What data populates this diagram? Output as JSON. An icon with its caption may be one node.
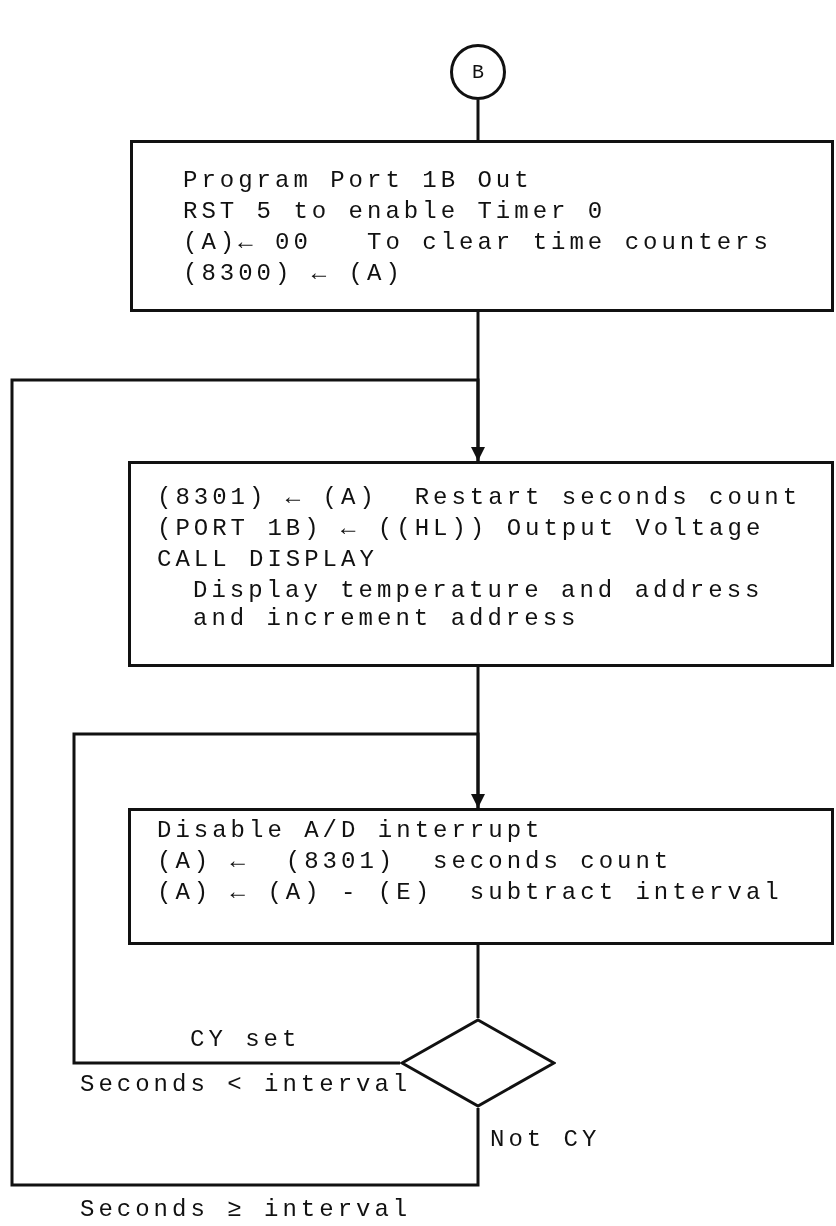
{
  "diagram": {
    "nodes": [
      {
        "text": [
          "B"
        ]
      },
      {
        "text": [
          "Program Port 1B Out",
          "RST 5 to enable Timer 0",
          "(A)← 00   To clear time counters",
          "(8300) ← (A)"
        ]
      },
      {
        "text": [
          "(8301) ← (A)  Restart seconds count",
          "(PORT 1B) ← ((HL)) Output Voltage",
          "CALL DISPLAY",
          "Display temperature and address and increment address"
        ]
      },
      {
        "text": [
          "Disable A/D interrupt",
          "(A) ←  (8301)  seconds count",
          "(A) ← (A) - (E)  subtract interval"
        ]
      },
      {
        "text": [],
        "shape": "diamond"
      }
    ],
    "edges": [
      {
        "from": 0,
        "to": 1,
        "arrow": "none"
      },
      {
        "from": 1,
        "to": 2,
        "arrow": "none"
      },
      {
        "from": 2,
        "to": 3,
        "arrow": "none"
      },
      {
        "from": 3,
        "to": 4,
        "arrow": "none"
      },
      {
        "from": 4,
        "to": 3,
        "arrow": "to",
        "label": "CY set"
      },
      {
        "from": 4,
        "to": 2,
        "arrow": "to",
        "label": "Not CY"
      }
    ],
    "labels": [
      "Seconds < interval",
      "Seconds ≥ interval"
    ]
  }
}
